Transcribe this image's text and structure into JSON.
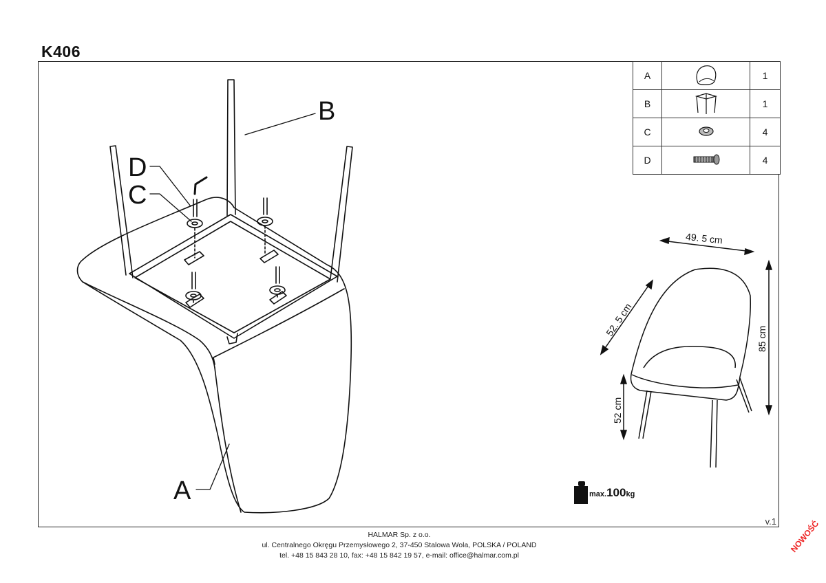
{
  "header": {
    "model_code": "K406"
  },
  "parts": [
    {
      "label": "A",
      "icon": "chair-seat-icon",
      "qty": "1"
    },
    {
      "label": "B",
      "icon": "chair-frame-icon",
      "qty": "1"
    },
    {
      "label": "C",
      "icon": "washer-icon",
      "qty": "4"
    },
    {
      "label": "D",
      "icon": "bolt-icon",
      "qty": "4"
    }
  ],
  "diagram": {
    "callouts": {
      "a": "A",
      "b": "B",
      "c": "C",
      "d": "D"
    }
  },
  "dimensions": {
    "width": "49. 5 cm",
    "depth": "52. 5 cm",
    "height": "85 cm",
    "seat_height": "52 cm"
  },
  "load": {
    "prefix": "max.",
    "value": "100",
    "unit": "kg"
  },
  "version": "v.1",
  "footer": {
    "company": "HALMAR Sp. z o.o.",
    "address": "ul. Centralnego Okręgu Przemysłowego 2, 37-450 Stalowa Wola, POLSKA / POLAND",
    "contact": "tel. +48 15 843 28 10, fax: +48 15 842 19 57, e-mail: office@halmar.com.pl"
  },
  "stamp": "NOWOŚĆ"
}
